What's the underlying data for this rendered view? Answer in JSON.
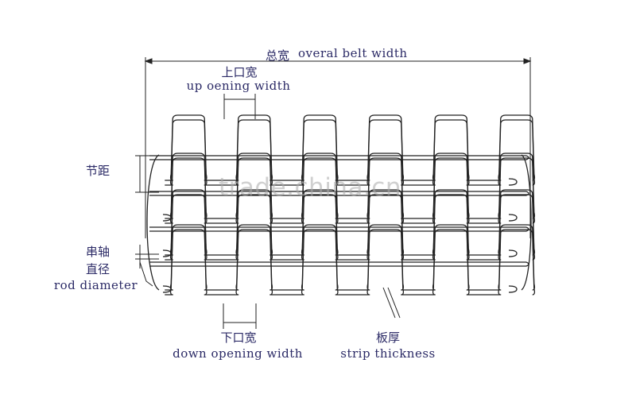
{
  "labels": {
    "overall_width_zh": "总宽",
    "overall_width_en": "overal belt width",
    "up_opening_zh": "上口宽",
    "up_opening_en": "up oening width",
    "pitch_zh": "节距",
    "rod_diameter_zh_1": "串轴",
    "rod_diameter_zh_2": "直径",
    "rod_diameter_en": "rod diameter",
    "down_opening_zh": "下口宽",
    "down_opening_en": "down opening width",
    "strip_thickness_zh": "板厚",
    "strip_thickness_en": "strip thickness"
  },
  "watermark": "trade.china.cn",
  "colors": {
    "line": "#222222",
    "label_text": "#2b2a66",
    "watermark": "#aaaaaa",
    "background": "#ffffff"
  },
  "structure": {
    "rows": 4,
    "trapezoids_per_row": 6,
    "rods": 4
  }
}
